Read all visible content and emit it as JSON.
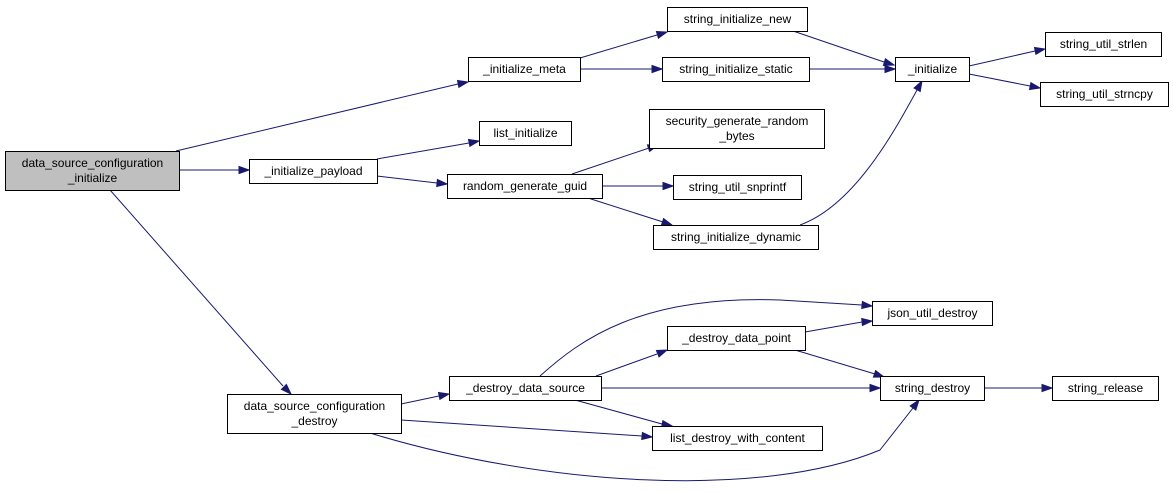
{
  "colors": {
    "edge": "#191970",
    "root_fill": "#bfbfbf",
    "node_fill": "#ffffff",
    "border": "#000000"
  },
  "nodes": [
    {
      "id": "dsci",
      "lines": [
        "data_source_configuration",
        "_initialize"
      ],
      "root": true
    },
    {
      "id": "init_meta",
      "lines": [
        "_initialize_meta"
      ]
    },
    {
      "id": "init_payload",
      "lines": [
        "_initialize_payload"
      ]
    },
    {
      "id": "dscd",
      "lines": [
        "data_source_configuration",
        "_destroy"
      ]
    },
    {
      "id": "sin",
      "lines": [
        "string_initialize_new"
      ]
    },
    {
      "id": "sis",
      "lines": [
        "string_initialize_static"
      ]
    },
    {
      "id": "li",
      "lines": [
        "list_initialize"
      ]
    },
    {
      "id": "rgg",
      "lines": [
        "random_generate_guid"
      ]
    },
    {
      "id": "sgrb",
      "lines": [
        "security_generate_random",
        "_bytes"
      ]
    },
    {
      "id": "susnp",
      "lines": [
        "string_util_snprintf"
      ]
    },
    {
      "id": "sid",
      "lines": [
        "string_initialize_dynamic"
      ]
    },
    {
      "id": "init",
      "lines": [
        "_initialize"
      ]
    },
    {
      "id": "sustrlen",
      "lines": [
        "string_util_strlen"
      ]
    },
    {
      "id": "sustrncpy",
      "lines": [
        "string_util_strncpy"
      ]
    },
    {
      "id": "dds",
      "lines": [
        "_destroy_data_source"
      ]
    },
    {
      "id": "ddp",
      "lines": [
        "_destroy_data_point"
      ]
    },
    {
      "id": "jud",
      "lines": [
        "json_util_destroy"
      ]
    },
    {
      "id": "sd",
      "lines": [
        "string_destroy"
      ]
    },
    {
      "id": "ldwc",
      "lines": [
        "list_destroy_with_content"
      ]
    },
    {
      "id": "sr",
      "lines": [
        "string_release"
      ]
    }
  ],
  "edges": [
    {
      "from": "dsci",
      "to": "init_meta"
    },
    {
      "from": "dsci",
      "to": "init_payload"
    },
    {
      "from": "dsci",
      "to": "dscd"
    },
    {
      "from": "init_meta",
      "to": "sin"
    },
    {
      "from": "init_meta",
      "to": "sis"
    },
    {
      "from": "sin",
      "to": "init"
    },
    {
      "from": "sis",
      "to": "init"
    },
    {
      "from": "init",
      "to": "sustrlen"
    },
    {
      "from": "init",
      "to": "sustrncpy"
    },
    {
      "from": "init_payload",
      "to": "li"
    },
    {
      "from": "init_payload",
      "to": "rgg"
    },
    {
      "from": "rgg",
      "to": "sgrb"
    },
    {
      "from": "rgg",
      "to": "susnp"
    },
    {
      "from": "rgg",
      "to": "sid"
    },
    {
      "from": "sid",
      "to": "init"
    },
    {
      "from": "dscd",
      "to": "dds"
    },
    {
      "from": "dscd",
      "to": "ldwc"
    },
    {
      "from": "dscd",
      "to": "sd"
    },
    {
      "from": "dds",
      "to": "jud"
    },
    {
      "from": "dds",
      "to": "ddp"
    },
    {
      "from": "dds",
      "to": "sd"
    },
    {
      "from": "dds",
      "to": "ldwc"
    },
    {
      "from": "ddp",
      "to": "jud"
    },
    {
      "from": "ddp",
      "to": "sd"
    },
    {
      "from": "sd",
      "to": "sr"
    }
  ]
}
